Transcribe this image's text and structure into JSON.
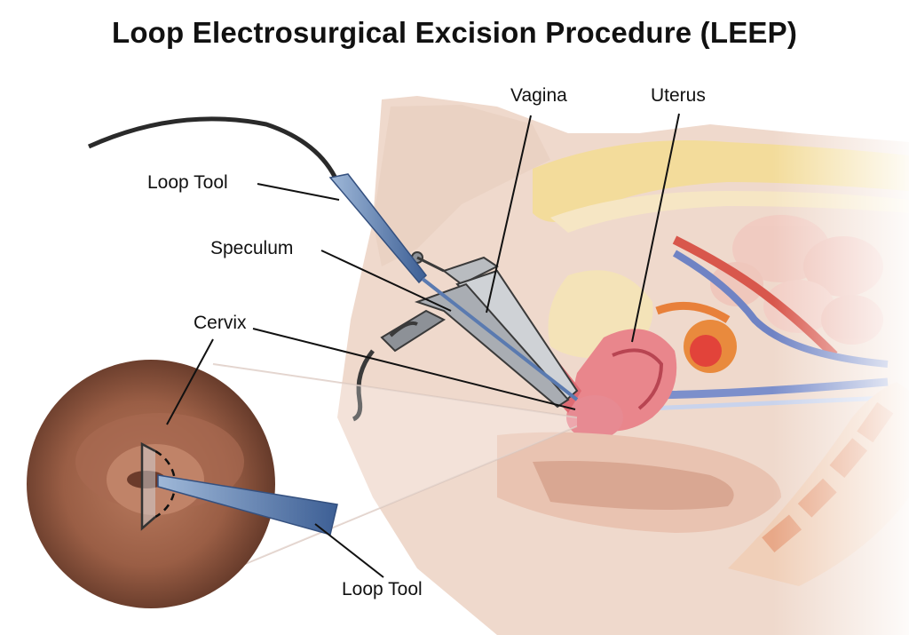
{
  "title": "Loop Electrosurgical Excision Procedure (LEEP)",
  "labels": {
    "loop_tool_top": "Loop Tool",
    "speculum": "Speculum",
    "cervix": "Cervix",
    "vagina": "Vagina",
    "uterus": "Uterus",
    "loop_tool_bottom": "Loop Tool"
  }
}
